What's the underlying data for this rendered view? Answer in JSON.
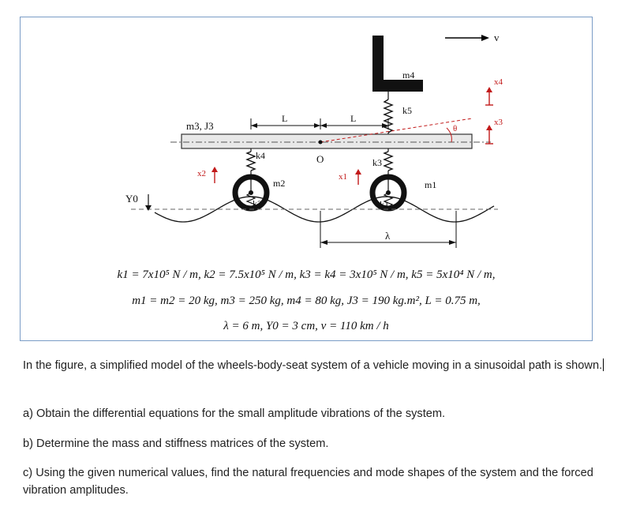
{
  "figure": {
    "labels": {
      "v": "v",
      "m4": "m4",
      "k5": "k5",
      "m3_J3": "m3, J3",
      "L_left": "L",
      "L_right": "L",
      "theta": "θ",
      "k4": "k4",
      "O": "O",
      "k3": "k3",
      "x2": "x2",
      "m2": "m2",
      "x1": "x1",
      "m1": "m1",
      "x4": "x4",
      "x3": "x3",
      "Y0": "Y0",
      "k2": "k2",
      "k1": "k1",
      "lambda": "λ"
    },
    "equations": {
      "line1": "k1 = 7x10⁵ N / m,  k2 = 7.5x10⁵ N / m,  k3 = k4 = 3x10⁵ N / m,  k5 = 5x10⁴ N / m,",
      "line2": "m1 = m2 = 20 kg,  m3 = 250 kg,  m4 = 80 kg,  J3 = 190 kg.m²,  L = 0.75 m,",
      "line3": "λ = 6 m,  Y0 = 3 cm,  v = 110 km / h"
    }
  },
  "text": {
    "intro": "In the figure, a simplified model of the wheels-body-seat system of a vehicle moving in a sinusoidal path is shown.",
    "part_a": "a) Obtain the differential equations for the small amplitude vibrations of the system.",
    "part_b": "b) Determine the mass and stiffness matrices of the system.",
    "part_c": "c) Using the given numerical values, find the natural frequencies and mode shapes of the system and the forced vibration amplitudes."
  },
  "colors": {
    "border": "#7a9cc6",
    "red": "#c21a1a",
    "bar": "#e8e8e8"
  }
}
